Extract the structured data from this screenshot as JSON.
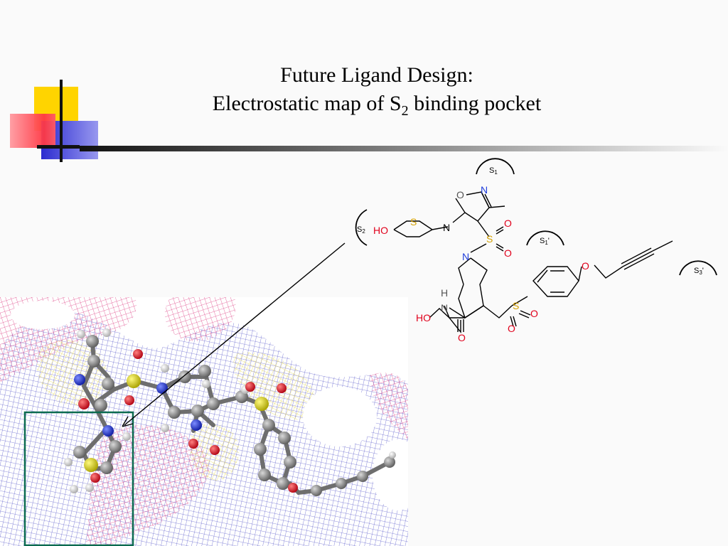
{
  "title": {
    "line1": "Future Ligand Design:",
    "line2_prefix": "Electrostatic map of S",
    "line2_sub": "2",
    "line2_suffix": " binding pocket"
  },
  "pockets": {
    "s1": {
      "main": "S",
      "sub": "1",
      "prime": ""
    },
    "s2": {
      "main": "S",
      "sub": "2",
      "prime": ""
    },
    "s1p": {
      "main": "S",
      "sub": "1",
      "prime": "'"
    },
    "s3p": {
      "main": "S",
      "sub": "3",
      "prime": "'"
    }
  },
  "atoms": {
    "o_isox": "O",
    "n_isox": "N",
    "n_pip_left": "N",
    "s_thiomorph": "S",
    "ho_left": "HO",
    "s_sulfonyl1": "S",
    "o_sulfonyl1a": "O",
    "o_sulfonyl1b": "O",
    "n_pip": "N",
    "h_amide": "H",
    "n_amide": "N",
    "ho_amide": "HO",
    "o_amide": "O",
    "s_sulfonyl2": "S",
    "o_sulfonyl2a": "O",
    "o_sulfonyl2b": "O",
    "o_ether": "O"
  },
  "colors": {
    "oxygen": "#e0001b",
    "nitrogen": "#1f3ddb",
    "sulfur": "#d4a000",
    "mesh_blue": "#5a5ac8",
    "mesh_pink": "#e0508a",
    "mesh_yellow": "#e8e070",
    "highlight_box": "#0c6b50"
  }
}
